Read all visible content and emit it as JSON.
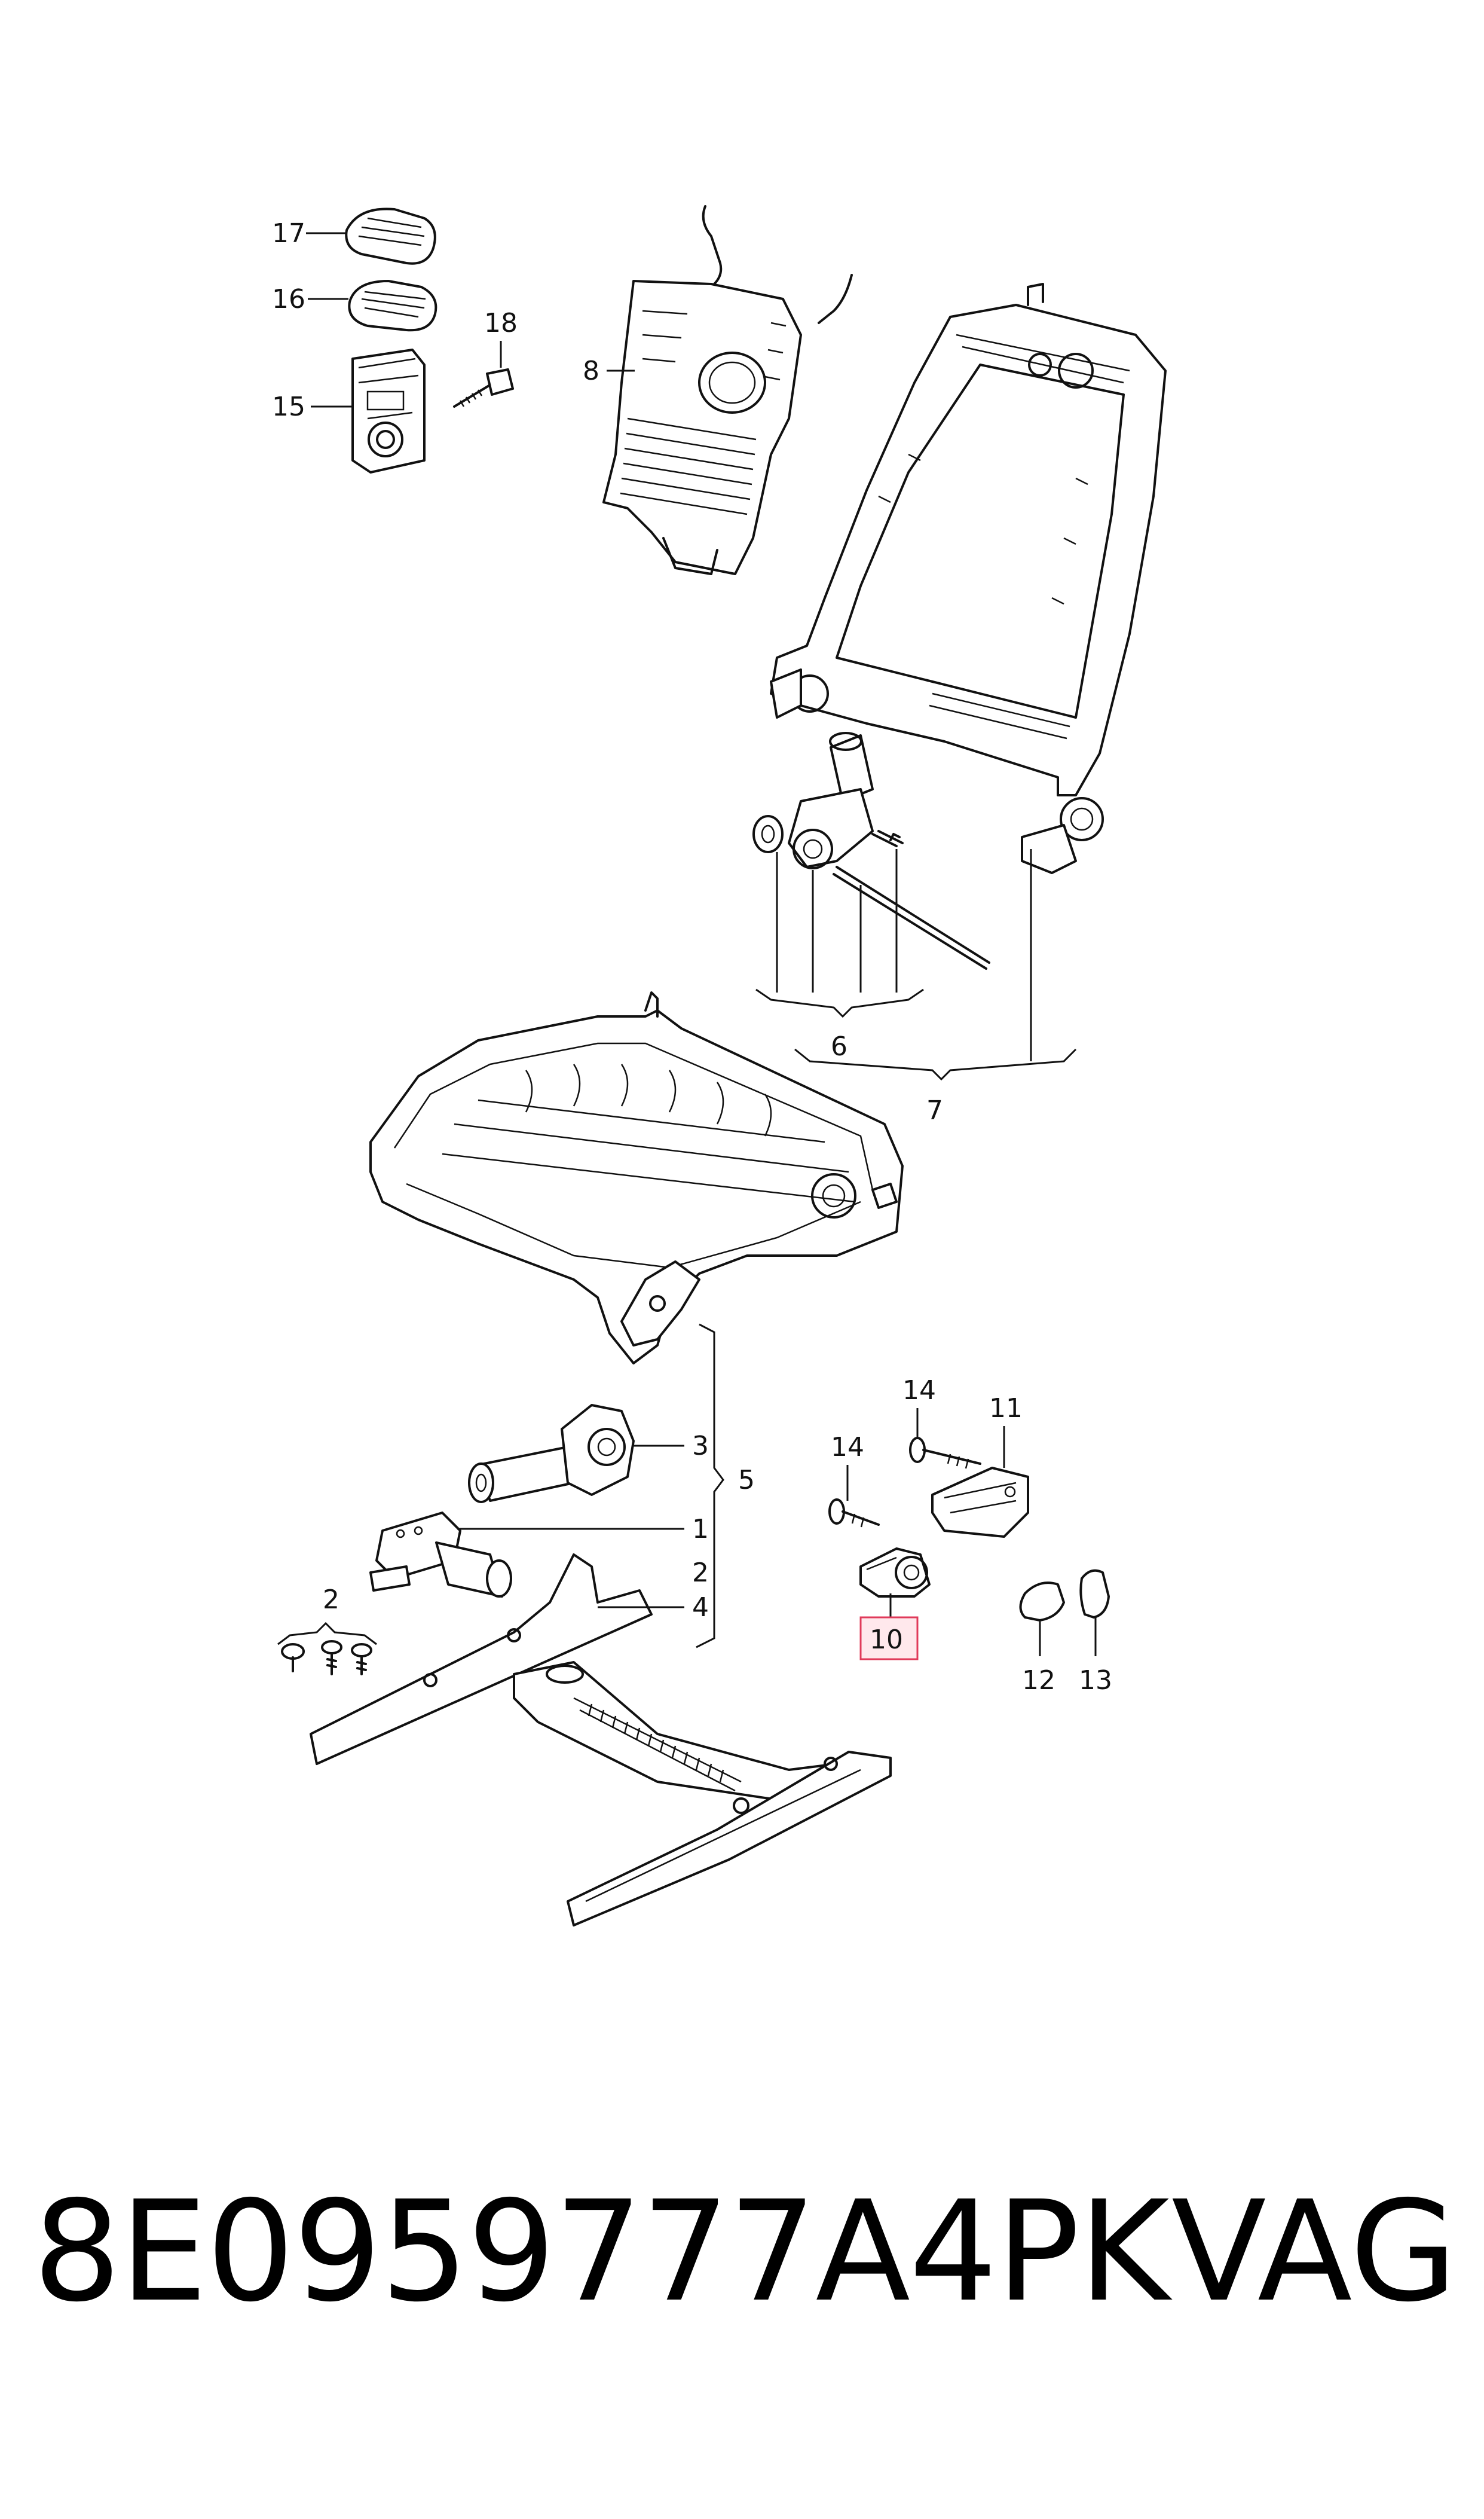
{
  "callouts": {
    "c1": "1",
    "c2a": "2",
    "c2b": "2",
    "c3": "3",
    "c4": "4",
    "c5": "5",
    "c6": "6",
    "c7": "7",
    "c8": "8",
    "c10": "10",
    "c11": "11",
    "c12": "12",
    "c13": "13",
    "c14a": "14",
    "c14b": "14",
    "c15": "15",
    "c16": "16",
    "c17": "17",
    "c18": "18"
  },
  "highlight_color": "#e03a5a",
  "footer": {
    "part_number": "8E0959777A4PK",
    "brand": "VAG"
  }
}
